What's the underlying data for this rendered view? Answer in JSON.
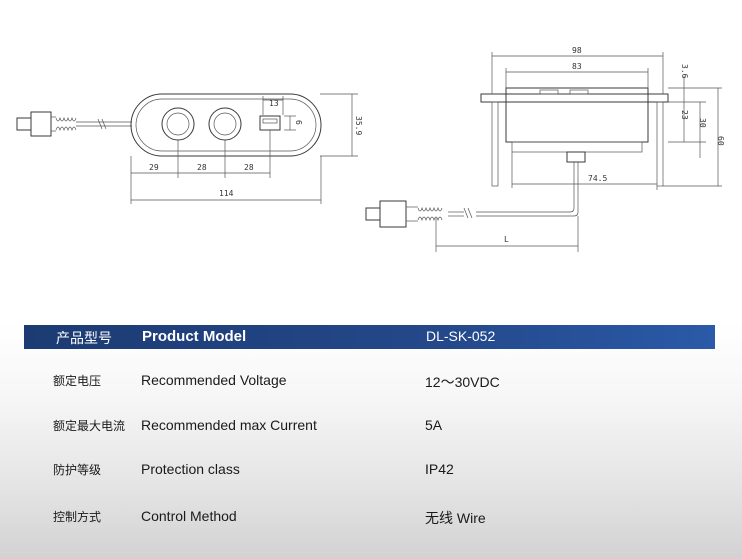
{
  "drawing": {
    "front_view_dims": {
      "overall_width": "114",
      "height": "35.9",
      "spacing_1": "29",
      "spacing_2": "28",
      "spacing_3": "28",
      "usb_width": "13",
      "usb_height": "6"
    },
    "side_view_dims": {
      "total_width": "98",
      "inner_width": "83",
      "top_gap": "3.6",
      "depth_1": "23",
      "depth_2": "30",
      "depth_3": "60",
      "base_width": "74.5",
      "cable_length": "L"
    }
  },
  "spec_table": {
    "header": {
      "cn": "产品型号",
      "en": "Product Model",
      "value": "DL-SK-052"
    },
    "rows": [
      {
        "cn": "额定电压",
        "en": "Recommended  Voltage",
        "value": "12～30VDC"
      },
      {
        "cn": "额定最大电流",
        "en": "Recommended  max  Current",
        "value": "5A"
      },
      {
        "cn": "防护等级",
        "en": "Protection class",
        "value": "IP42"
      },
      {
        "cn": "控制方式",
        "en": "Control  Method",
        "value": "无线   Wire"
      }
    ]
  },
  "colors": {
    "header_bg": "#24488a",
    "header_text": "#ffffff"
  }
}
